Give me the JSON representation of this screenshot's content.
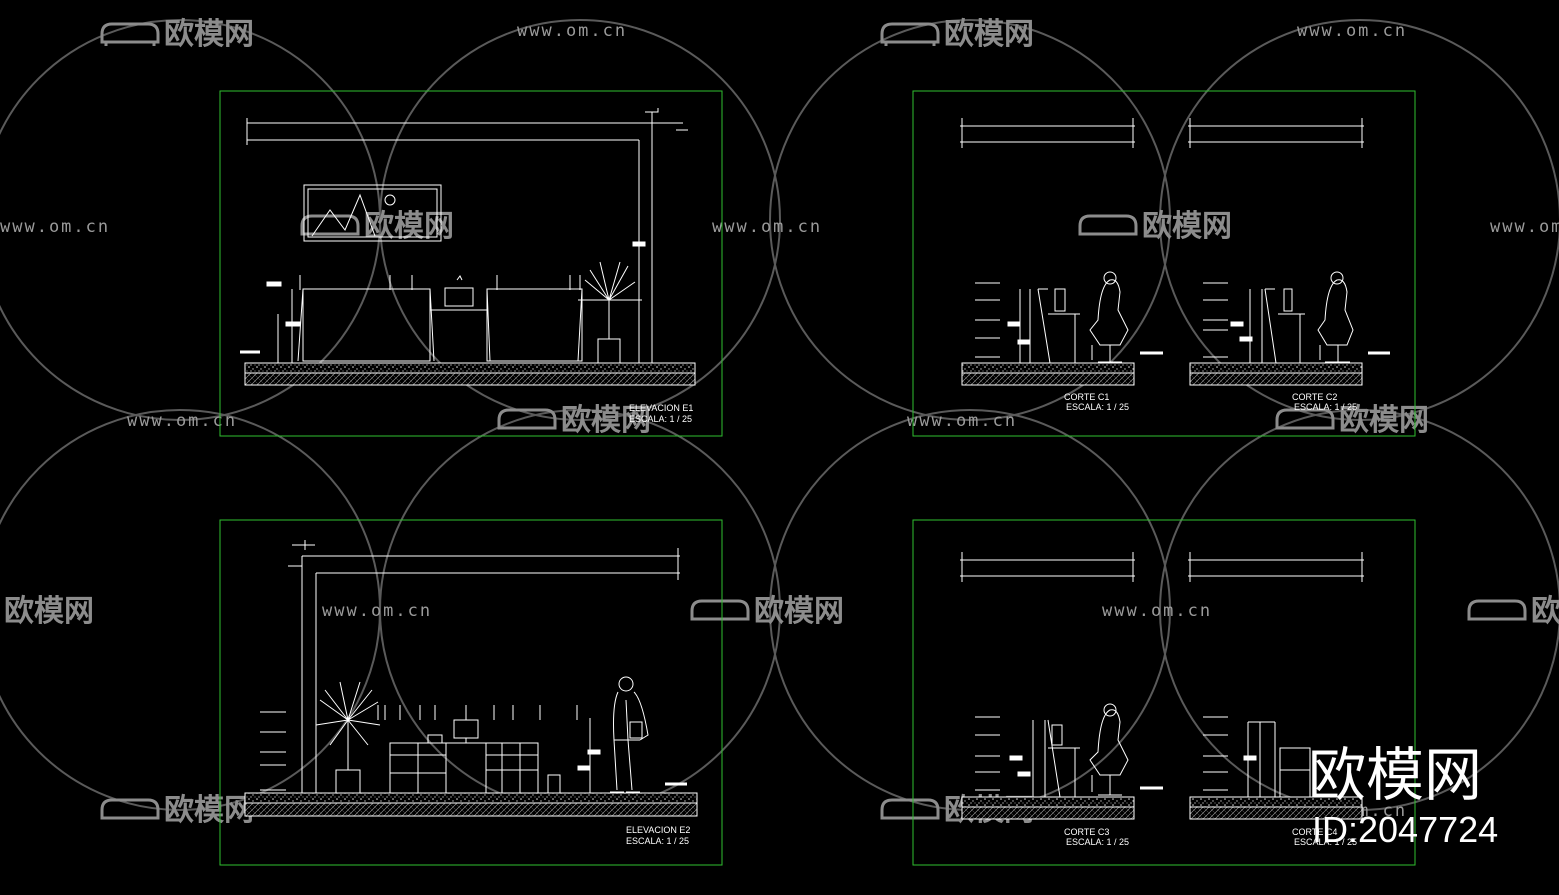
{
  "watermark": {
    "url": "www.om.cn",
    "brand": "欧模网"
  },
  "panels": [
    {
      "title_line1": "ELEVACION E1",
      "title_line2": "ESCALA: 1 / 25"
    },
    {
      "title_line1": "CORTE C1",
      "title_line2": "ESCALA: 1 / 25"
    },
    {
      "title_line1": "CORTE C2",
      "title_line2": "ESCALA: 1 / 25"
    },
    {
      "title_line1": "ELEVACION E2",
      "title_line2": "ESCALA: 1 / 25"
    },
    {
      "title_line1": "CORTE C3",
      "title_line2": "ESCALA: 1 / 25"
    },
    {
      "title_line1": "CORTE C4",
      "title_line2": "ESCALA: 1 / 25"
    }
  ],
  "brand_large": "欧模网",
  "id_label": "ID:2047724",
  "colors": {
    "background": "#000000",
    "frame": "#2fbf2f",
    "lines": "#ffffff",
    "watermark": "#8c8c8c"
  }
}
